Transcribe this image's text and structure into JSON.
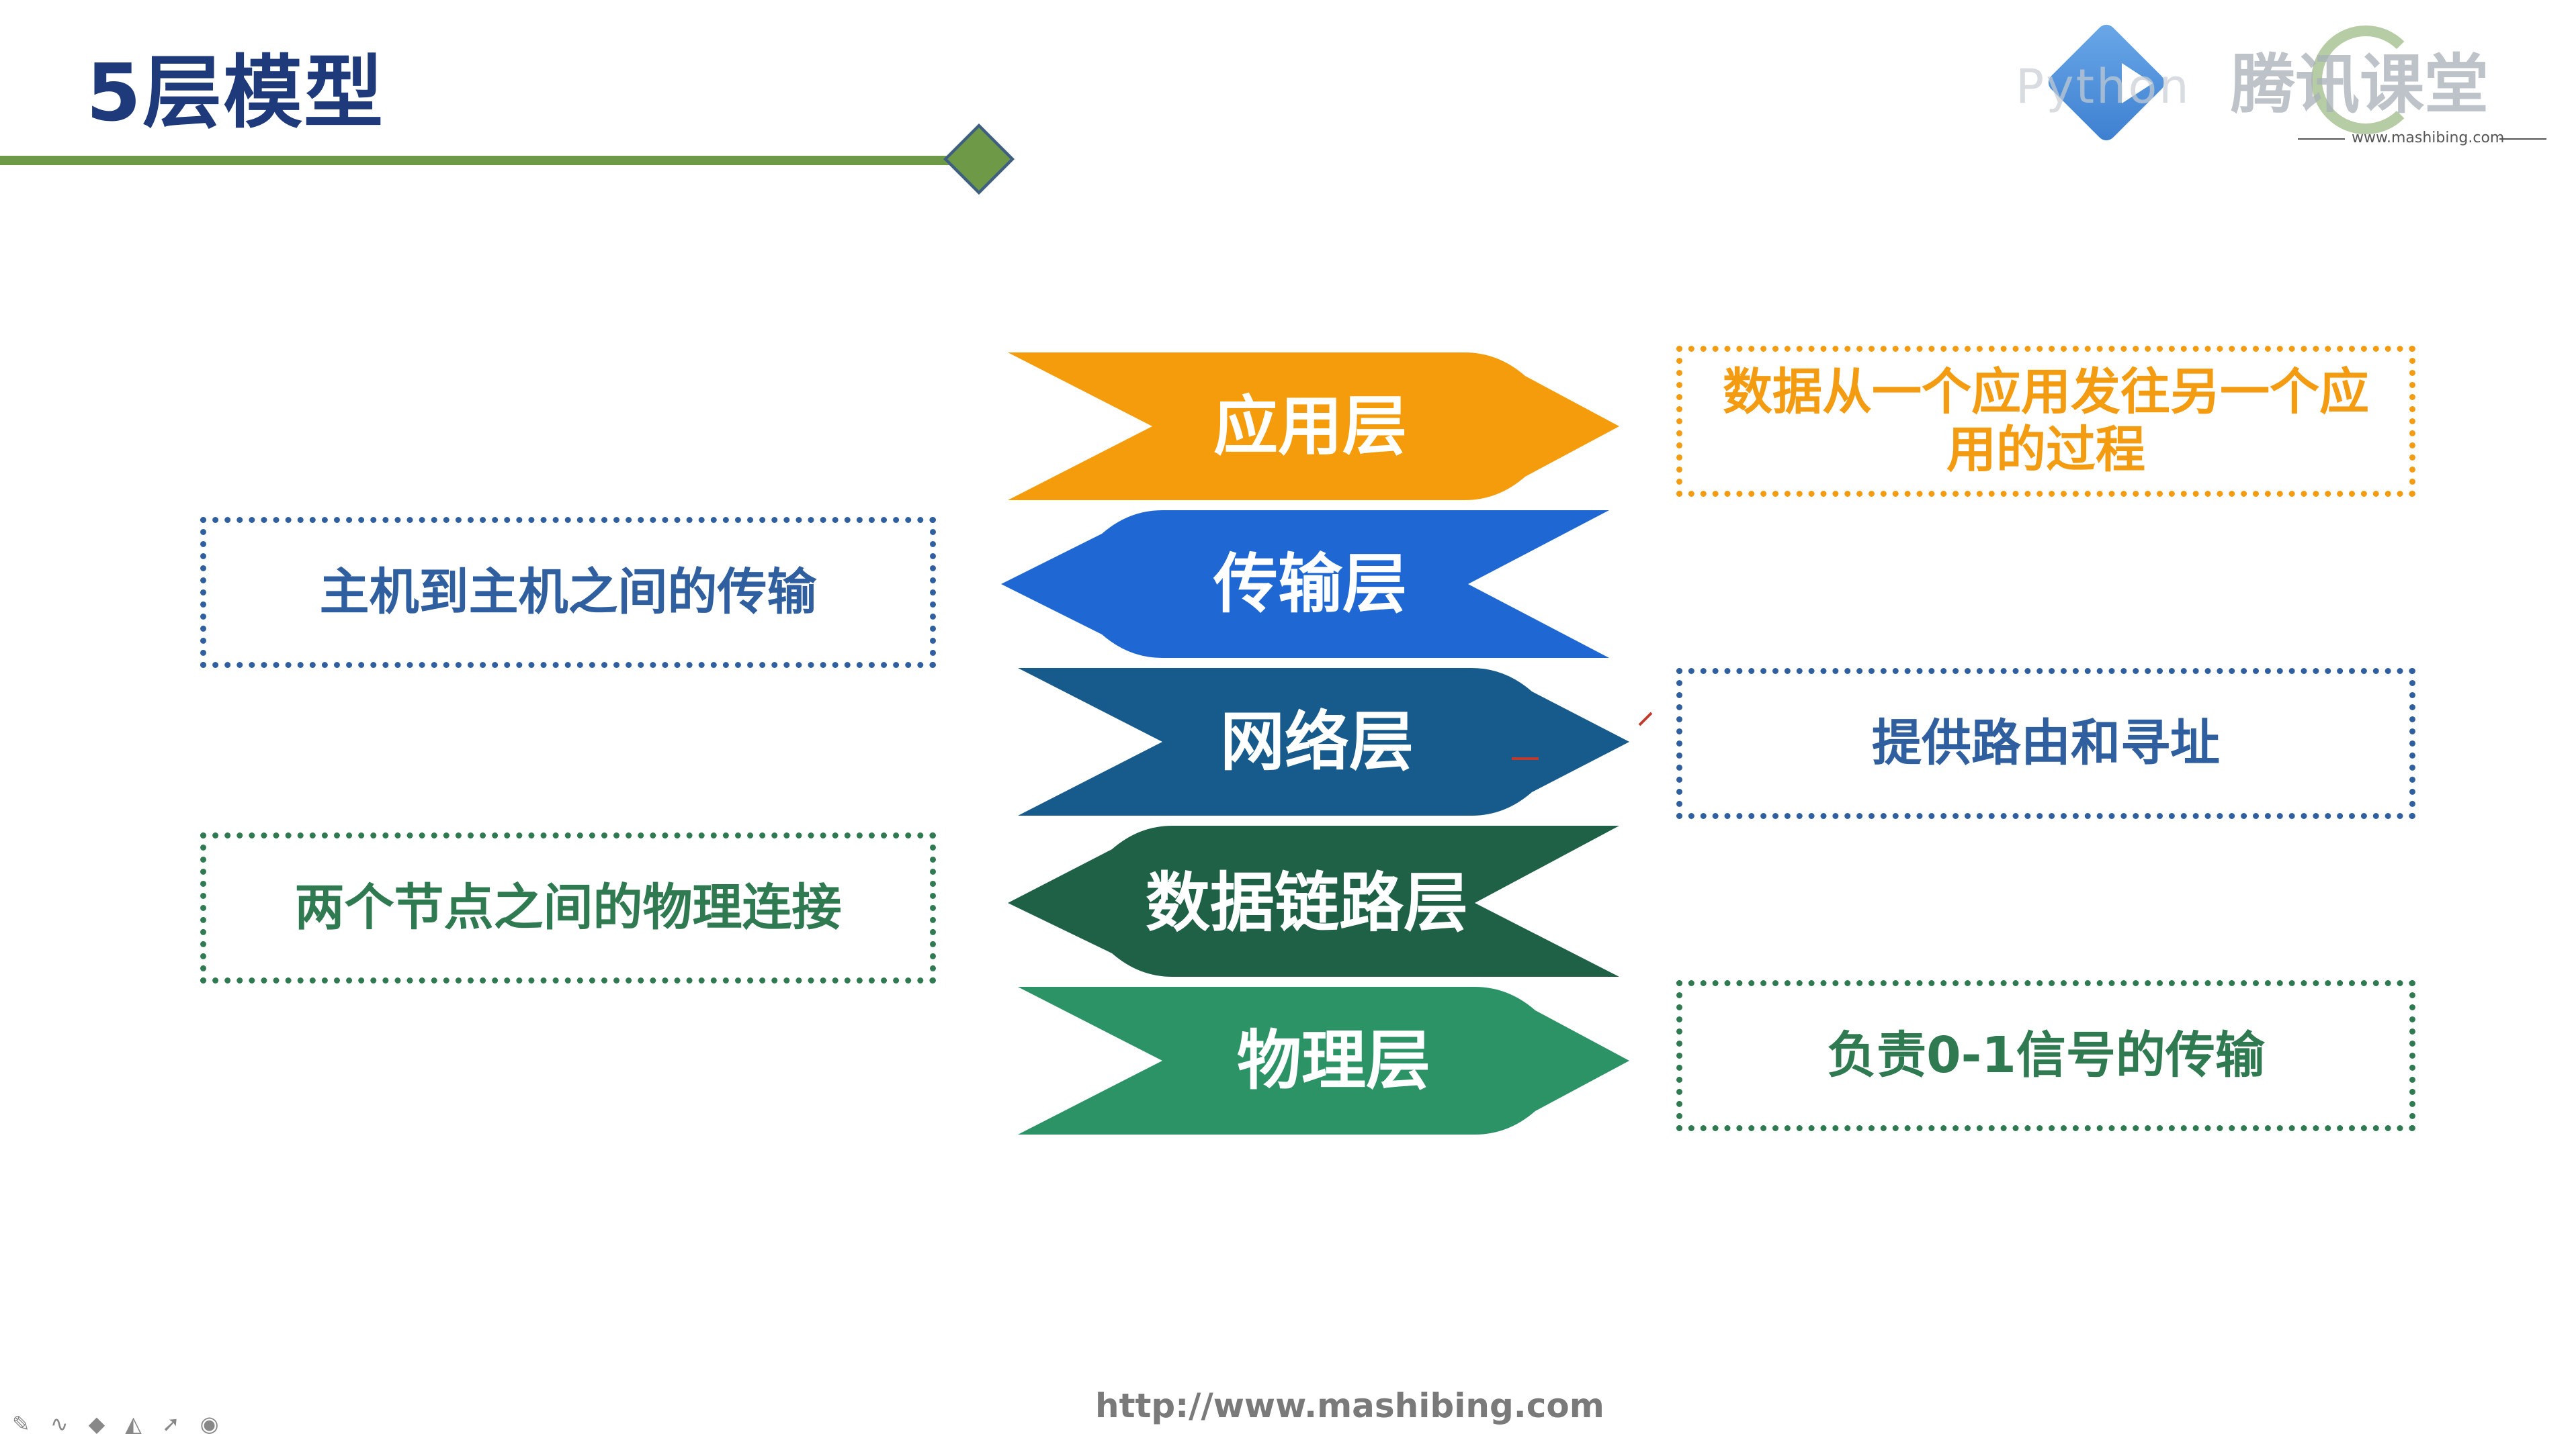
{
  "header": {
    "title": "5层模型"
  },
  "logo": {
    "brand_cn": "腾讯课堂",
    "brand_en": "Python",
    "url": "www.mashibing.com"
  },
  "layers": [
    {
      "label": "应用层",
      "color": "#f59c0c"
    },
    {
      "label": "传输层",
      "color": "#1f68d4"
    },
    {
      "label": "网络层",
      "color": "#175a8c"
    },
    {
      "label": "数据链路层",
      "color": "#1f6147"
    },
    {
      "label": "物理层",
      "color": "#2b9365"
    }
  ],
  "notes": {
    "application": "数据从一个应用发往另一个应用的过程",
    "transport": "主机到主机之间的传输",
    "network": "提供路由和寻址",
    "datalink": "两个节点之间的物理连接",
    "physical": "负责0-1信号的传输"
  },
  "footer": {
    "url": "http://www.mashibing.com"
  },
  "toolbar": {
    "icons": [
      "pen-icon",
      "curve-icon",
      "highlighter-icon",
      "eraser-icon",
      "pointer-icon",
      "record-icon"
    ]
  }
}
